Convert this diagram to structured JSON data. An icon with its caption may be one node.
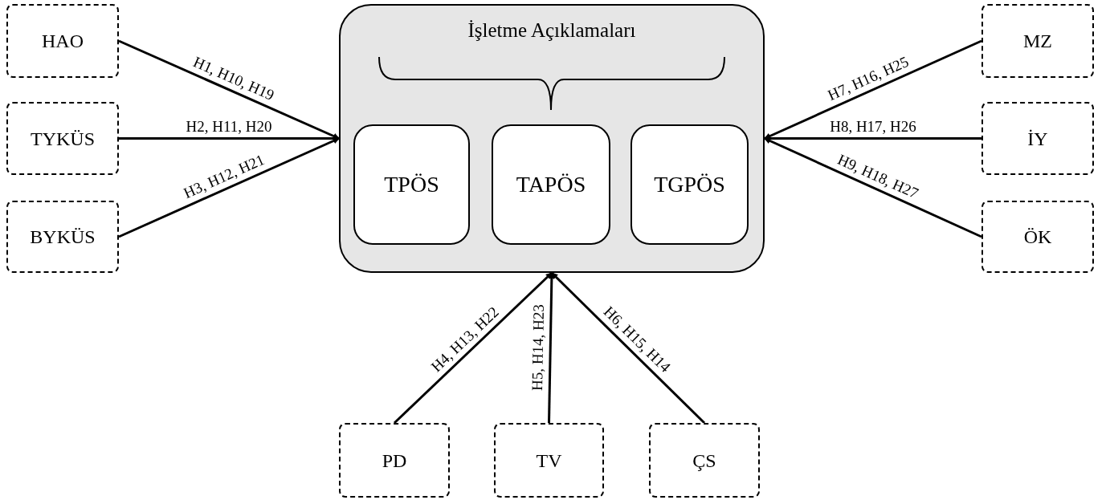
{
  "diagram": {
    "nodes": [
      {
        "text": [
          "İşletme Açıklamaları"
        ]
      },
      {
        "text": [
          "TPÖS"
        ],
        "in": 0
      },
      {
        "text": [
          "TAPÖS"
        ],
        "in": 0
      },
      {
        "text": [
          "TGPÖS"
        ],
        "in": 0
      },
      {
        "text": [
          "HAO"
        ]
      },
      {
        "text": [
          "TYKÜS"
        ]
      },
      {
        "text": [
          "BYKÜS"
        ]
      },
      {
        "text": [
          "MZ"
        ]
      },
      {
        "text": [
          "İY"
        ]
      },
      {
        "text": [
          "ÖK"
        ]
      },
      {
        "text": [
          "PD"
        ]
      },
      {
        "text": [
          "TV"
        ]
      },
      {
        "text": [
          "ÇS"
        ]
      }
    ],
    "edges": [
      {
        "from": 4,
        "to": 0,
        "arrow": "to",
        "label": "H1, H10, H19"
      },
      {
        "from": 5,
        "to": 0,
        "arrow": "to",
        "label": "H2, H11, H20"
      },
      {
        "from": 6,
        "to": 0,
        "arrow": "to",
        "label": "H3, H12, H21"
      },
      {
        "from": 10,
        "to": 0,
        "arrow": "to",
        "label": "H4, H13, H22"
      },
      {
        "from": 11,
        "to": 0,
        "arrow": "to",
        "label": "H5, H14, H23"
      },
      {
        "from": 12,
        "to": 0,
        "arrow": "to",
        "label": "H6, H15, H14"
      },
      {
        "from": 7,
        "to": 0,
        "arrow": "to",
        "label": "H7, H16, H25"
      },
      {
        "from": 8,
        "to": 0,
        "arrow": "to",
        "label": "H8, H17, H26"
      },
      {
        "from": 9,
        "to": 0,
        "arrow": "to",
        "label": "H9, H18, H27"
      }
    ]
  }
}
